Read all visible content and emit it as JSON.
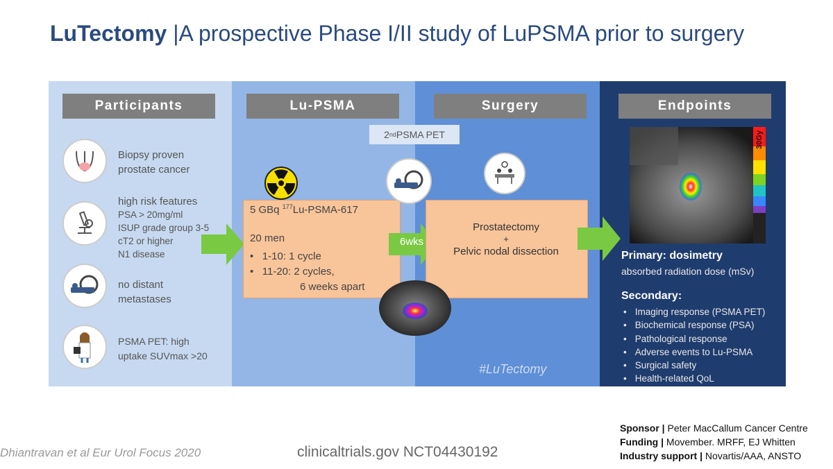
{
  "title": {
    "bold": "LuTectomy",
    "rest": "|A prospective Phase I/II study of LuPSMA prior to surgery"
  },
  "panels": {
    "participants": {
      "header": "Participants",
      "items": [
        {
          "icon": "prostate-icon",
          "lines": [
            "Biopsy proven",
            "prostate cancer"
          ]
        },
        {
          "icon": "microscope-icon",
          "lines": [
            "high risk features"
          ],
          "sublines": [
            "PSA > 20mg/ml",
            "ISUP grade group 3-5",
            "cT2 or higher",
            "N1 disease"
          ]
        },
        {
          "icon": "scanner-icon",
          "lines": [
            "no distant",
            "metastases"
          ]
        },
        {
          "icon": "doctor-icon",
          "lines": [
            "PSMA PET: high",
            "uptake SUVmax >20"
          ]
        }
      ]
    },
    "lupsma": {
      "header": "Lu-PSMA",
      "dose_prefix": "5 GBq ",
      "dose_sup": "177",
      "dose_suffix": "Lu-PSMA-617",
      "men": "20 men",
      "bullets": [
        "1-10: 1 cycle",
        "11-20: 2 cycles,",
        "6 weeks apart"
      ]
    },
    "surgery": {
      "header": "Surgery",
      "pet_label_prefix": "2",
      "pet_label_sup": "nd",
      "pet_label_suffix": " PSMA PET",
      "interval": "6wks",
      "line1": "Prostatectomy",
      "plus": "+",
      "line2": "Pelvic nodal dissection",
      "hashtag": "#LuTectomy"
    },
    "endpoints": {
      "header": "Endpoints",
      "scale_label": "30Gy",
      "primary_title": "Primary: dosimetry",
      "primary_desc": "absorbed radiation dose (mSv)",
      "secondary_title": "Secondary:",
      "secondary": [
        "Imaging response (PSMA PET)",
        "Biochemical response (PSA)",
        "Pathological response",
        "Adverse events to Lu-PSMA",
        "Surgical safety",
        "Health-related QoL"
      ]
    }
  },
  "footer": {
    "citation": "Dhiantravan et al Eur Urol Focus 2020",
    "trial": "clinicaltrials.gov NCT04430192",
    "sponsor_label": "Sponsor |",
    "sponsor": " Peter MacCallum Cancer Centre",
    "funding_label": "Funding |",
    "funding": " Movember. MRFF, EJ Whitten",
    "industry_label": "Industry support |",
    "industry": " Novartis/AAA, ANSTO"
  },
  "colors": {
    "title": "#2a4a80",
    "panel1": "#c6d9f0",
    "panel2": "#93b6e6",
    "panel3": "#5f8fd6",
    "panel4": "#1f3c6e",
    "header": "#7f7f7f",
    "box": "#f8c49a",
    "arrow": "#7ac943"
  }
}
